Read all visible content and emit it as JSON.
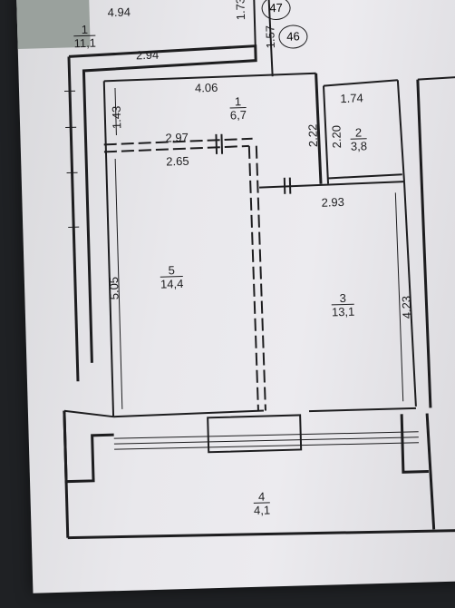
{
  "plan": {
    "room_markers": [
      "47",
      "46"
    ],
    "rooms": [
      {
        "number": "1",
        "area": "11,1"
      },
      {
        "number": "1",
        "area": "6,7"
      },
      {
        "number": "2",
        "area": "3,8"
      },
      {
        "number": "5",
        "area": "14,4"
      },
      {
        "number": "3",
        "area": "13,1"
      },
      {
        "number": "4",
        "area": "4,1"
      }
    ],
    "dimensions": {
      "top_left": "4.94",
      "top_vertical": "1.73",
      "top_vertical_2": "1.57",
      "upper_wall": "2.94",
      "hall_width": "4.06",
      "hall_left": "1.43",
      "room2_top": "1.74",
      "room2_left": "2.22",
      "room2_right": "2.20",
      "partition_top": "2.97",
      "partition_bottom": "2.65",
      "room3_top": "2.93",
      "room5_height": "5.05",
      "room3_height": "4.23"
    }
  },
  "colors": {
    "paper": "#eaeaee",
    "ink": "#1d1d1f",
    "background": "#1f2124"
  }
}
